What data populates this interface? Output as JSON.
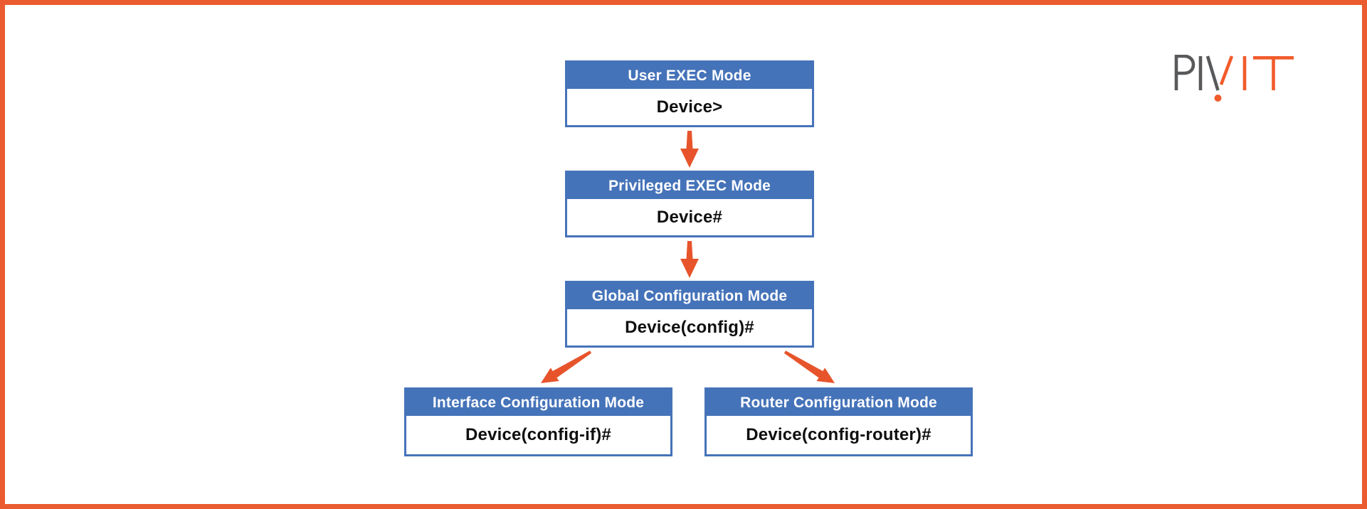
{
  "frame": {
    "border_color": "#EA5B2F",
    "background": "#FFFFFF"
  },
  "logo": {
    "text": "PIVIT",
    "gray": "#58595B",
    "orange": "#F15B2B"
  },
  "colors": {
    "box_blue": "#4573B9",
    "arrow_orange": "#E7542B",
    "header_text": "#FFFFFF",
    "body_text": "#0F0F0F"
  },
  "nodes": [
    {
      "title": "User EXEC Mode",
      "prompt": "Device>"
    },
    {
      "title": "Privileged EXEC Mode",
      "prompt": "Device#"
    },
    {
      "title": "Global Configuration Mode",
      "prompt": "Device(config)#"
    },
    {
      "title": "Interface Configuration Mode",
      "prompt": "Device(config-if)#"
    },
    {
      "title": "Router Configuration Mode",
      "prompt": "Device(config-router)#"
    }
  ],
  "edges": [
    {
      "from": "User EXEC Mode",
      "to": "Privileged EXEC Mode",
      "direction": "down"
    },
    {
      "from": "Privileged EXEC Mode",
      "to": "Global Configuration Mode",
      "direction": "down"
    },
    {
      "from": "Global Configuration Mode",
      "to": "Interface Configuration Mode",
      "direction": "down-left"
    },
    {
      "from": "Global Configuration Mode",
      "to": "Router Configuration Mode",
      "direction": "down-right"
    }
  ]
}
